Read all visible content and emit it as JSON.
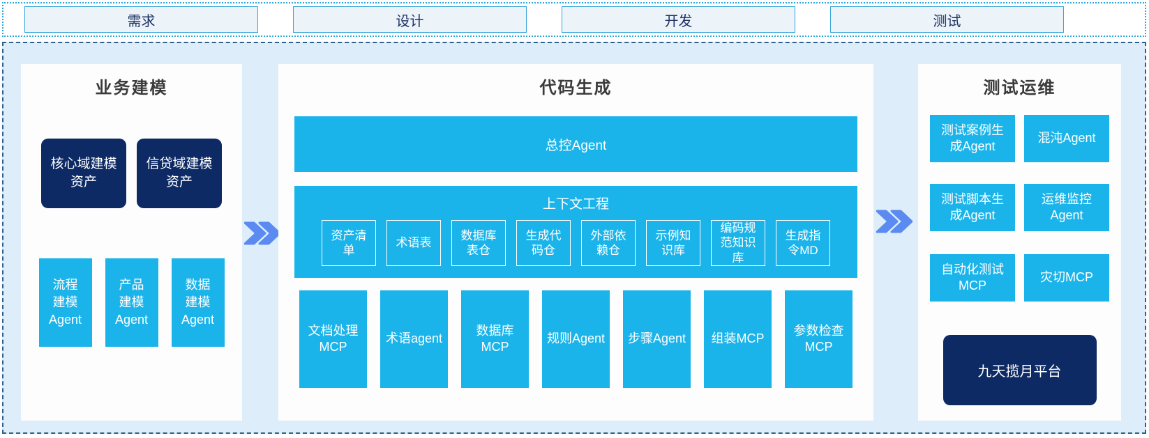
{
  "colors": {
    "cyan": "#1bb4ea",
    "navy": "#0e2a64",
    "panel_bg": "#fdfdfd",
    "canvas_bg": "#ddeefa",
    "top_border": "#2ba9de",
    "phase_border": "#35a3d9",
    "phase_bg": "#ecf4fa",
    "main_border": "#2e5f8f",
    "chevron": "#5b8bf0",
    "title_color": "#3a3a3a",
    "phase_text": "#1e3264",
    "box_text": "#ffffff"
  },
  "phases": [
    {
      "label": "需求"
    },
    {
      "label": "设计"
    },
    {
      "label": "开发"
    },
    {
      "label": "测试"
    }
  ],
  "business": {
    "title": "业务建模",
    "assets": [
      "核心域建模资产",
      "信贷域建模资产"
    ],
    "agents": [
      "流程建模Agent",
      "产品建模Agent",
      "数据建模Agent"
    ]
  },
  "codegen": {
    "title": "代码生成",
    "master_agent": "总控Agent",
    "context": {
      "title": "上下文工程",
      "items": [
        "资产清单",
        "术语表",
        "数据库表仓",
        "生成代码仓",
        "外部依赖仓",
        "示例知识库",
        "编码规范知识库",
        "生成指令MD"
      ]
    },
    "tools": [
      "文档处理MCP",
      "术语agent",
      "数据库MCP",
      "规则Agent",
      "步骤Agent",
      "组装MCP",
      "参数检查MCP"
    ]
  },
  "testops": {
    "title": "测试运维",
    "boxes": [
      "测试案例生成Agent",
      "混沌Agent",
      "测试脚本生成Agent",
      "运维监控Agent",
      "自动化测试MCP",
      "灾切MCP"
    ],
    "platform": "九天揽月平台"
  }
}
